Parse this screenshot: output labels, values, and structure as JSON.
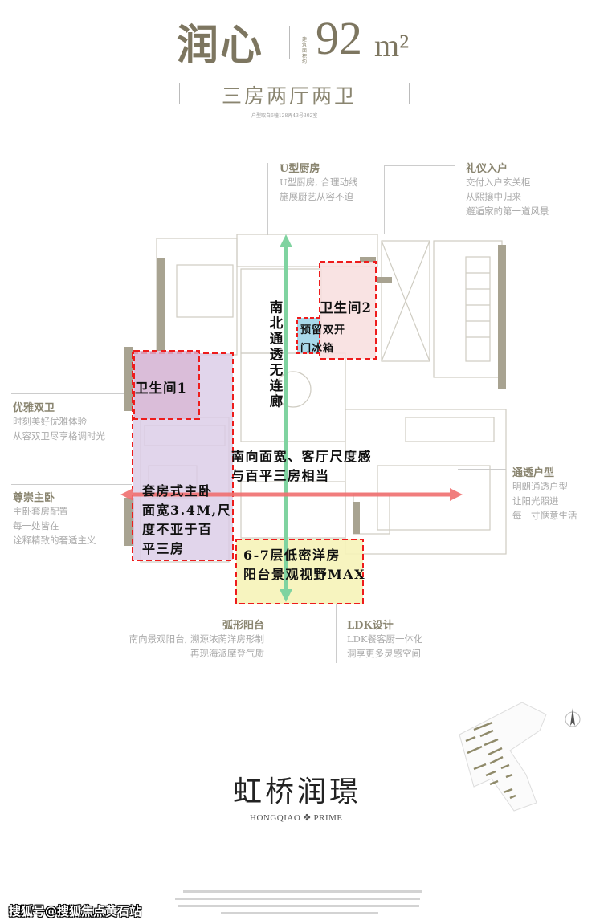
{
  "header": {
    "title": "润心",
    "area_label": "建筑面积约",
    "area_value": "92",
    "area_unit": "m²",
    "layout": "三房两厅两卫",
    "note": "户型取自6幢128弄43号302室"
  },
  "annotations": [
    {
      "title": "U型厨房",
      "lines": [
        "U型厨房, 合理动线",
        "施展厨艺从容不迫"
      ]
    },
    {
      "title": "礼仪入户",
      "lines": [
        "交付入户玄关柜",
        "从熙攘中归来",
        "邂逅家的第一道风景"
      ]
    },
    {
      "title": "优雅双卫",
      "lines": [
        "时刻美好优雅体验",
        "从容双卫尽享格调时光"
      ]
    },
    {
      "title": "尊崇主卧",
      "lines": [
        "主卧套房配置",
        "每一处皆在",
        "诠释精致的奢适主义"
      ]
    },
    {
      "title": "通透户型",
      "lines": [
        "明朗通透户型",
        "让阳光照进",
        "每一寸惬意生活"
      ]
    },
    {
      "title": "弧形阳台",
      "lines": [
        "南向景观阳台, 溯源浓荫洋房形制",
        "再现海派摩登气质"
      ]
    },
    {
      "title": "LDK设计",
      "lines": [
        "LDK餐客厨一体化",
        "洞享更多灵感空间"
      ]
    }
  ],
  "highlights": {
    "bathroom1": "卫生间1",
    "bathroom2": "卫生间2",
    "fridge": [
      "预留双开",
      "门冰箱"
    ],
    "north_south": "南北通透无连廊",
    "south_width": [
      "南向面宽、客厅尺度感",
      "与百平三房相当"
    ],
    "master_suite": [
      "套房式主卧",
      "面宽3.4M,尺",
      "度不亚于百",
      "平三房"
    ],
    "balcony": [
      "6-7层低密洋房",
      "阳台景观视野MAX"
    ]
  },
  "colors": {
    "brand_olive": "#7d7660",
    "highlight_border": "#ee1c1c",
    "suite_fill": "#d9cbe6",
    "bath1_fill": "#d8b6d4",
    "bath2_fill": "#f8dede",
    "fridge_fill": "#a9d8ea",
    "balcony_fill": "#f6f3b8",
    "ns_arrow": "#7fd3a0",
    "ew_arrow": "#f07070"
  },
  "brand": {
    "name_cn": "虹桥润璟",
    "name_en": "HONGQIAO ✤ PRIME"
  },
  "watermark": "搜狐号@搜狐焦点黄石站",
  "icons": {
    "compass": "north-arrow-icon"
  }
}
